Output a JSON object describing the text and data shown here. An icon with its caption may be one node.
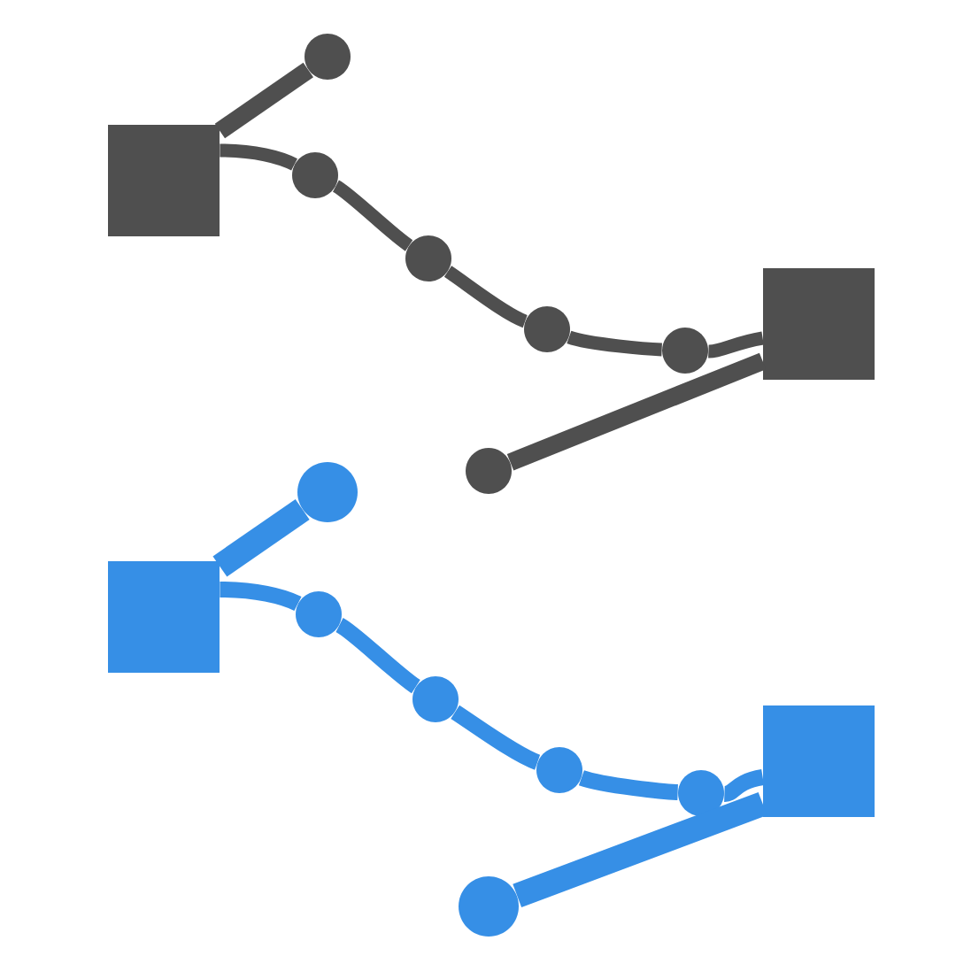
{
  "diagram": {
    "nodes": [
      {
        "text": [],
        "shape": "box"
      },
      {
        "text": [],
        "shape": "circle"
      },
      {
        "text": [],
        "shape": "circle"
      },
      {
        "text": [],
        "shape": "circle"
      },
      {
        "text": [],
        "shape": "circle"
      },
      {
        "text": [],
        "shape": "circle"
      },
      {
        "text": [],
        "shape": "box"
      },
      {
        "text": [],
        "shape": "circle"
      },
      {
        "text": [],
        "shape": "box"
      },
      {
        "text": [],
        "shape": "circle"
      },
      {
        "text": [],
        "shape": "circle"
      },
      {
        "text": [],
        "shape": "circle"
      },
      {
        "text": [],
        "shape": "circle"
      },
      {
        "text": [],
        "shape": "circle"
      },
      {
        "text": [],
        "shape": "box"
      },
      {
        "text": [],
        "shape": "circle"
      }
    ],
    "edges": [
      {
        "from": 0,
        "to": 1,
        "arrow": "none"
      },
      {
        "from": 0,
        "to": 2,
        "arrow": "none"
      },
      {
        "from": 2,
        "to": 3,
        "arrow": "none"
      },
      {
        "from": 3,
        "to": 4,
        "arrow": "none"
      },
      {
        "from": 4,
        "to": 5,
        "arrow": "none"
      },
      {
        "from": 5,
        "to": 6,
        "arrow": "none"
      },
      {
        "from": 6,
        "to": 7,
        "arrow": "none"
      },
      {
        "from": 8,
        "to": 9,
        "arrow": "none",
        "color": "#368fe6"
      },
      {
        "from": 8,
        "to": 10,
        "arrow": "none",
        "color": "#368fe6"
      },
      {
        "from": 10,
        "to": 11,
        "arrow": "none",
        "color": "#368fe6"
      },
      {
        "from": 11,
        "to": 12,
        "arrow": "none",
        "color": "#368fe6"
      },
      {
        "from": 12,
        "to": 13,
        "arrow": "none",
        "color": "#368fe6"
      },
      {
        "from": 13,
        "to": 14,
        "arrow": "none",
        "color": "#368fe6"
      },
      {
        "from": 14,
        "to": 15,
        "arrow": "none",
        "color": "#368fe6"
      }
    ]
  }
}
